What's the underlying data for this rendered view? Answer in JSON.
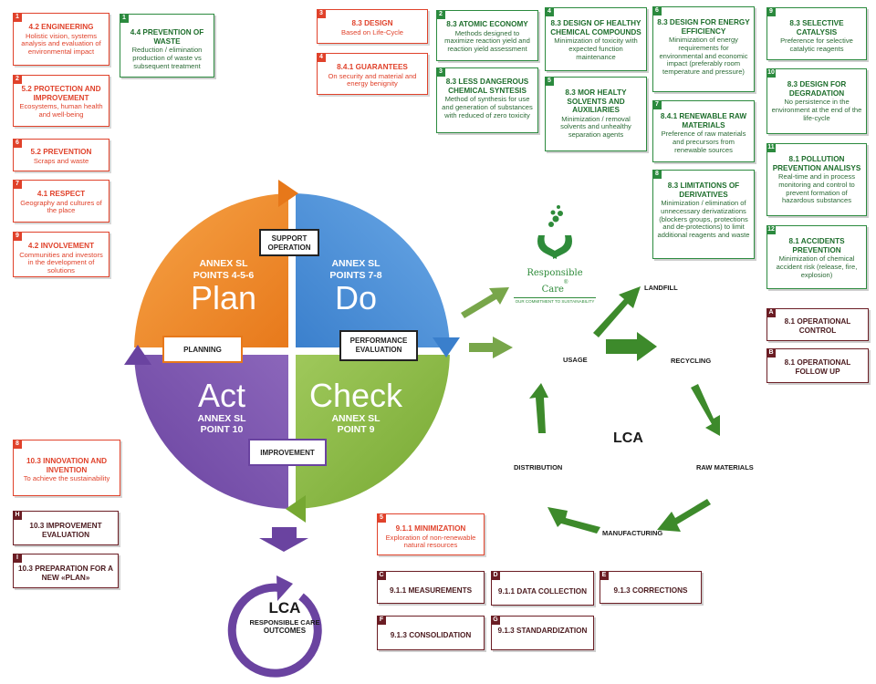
{
  "colors": {
    "plan": "#f08a2a",
    "do": "#4a90d9",
    "act": "#7a52a8",
    "check": "#86b43d",
    "red": "#e0422b",
    "green": "#2b8a3e",
    "brown": "#6b1d24",
    "lca_arrow": "#3d8a2b"
  },
  "left_boxes": [
    {
      "tag": "1",
      "title": "4.2 ENGINEERING",
      "desc": "Holistic vision, systems analysis and evaluation of environmental impact"
    },
    {
      "tag": "2",
      "title": "5.2 PROTECTION AND IMPROVEMENT",
      "desc": "Ecosystems, human health and well-being"
    },
    {
      "tag": "6",
      "title": "5.2 PREVENTION",
      "desc": "Scraps and waste"
    },
    {
      "tag": "7",
      "title": "4.1 RESPECT",
      "desc": "Geography and cultures of the place"
    },
    {
      "tag": "9",
      "title": "4.2 INVOLVEMENT",
      "desc": "Communities and investors in the development of solutions"
    },
    {
      "tag": "8",
      "title": "10.3 INNOVATION AND INVENTION",
      "desc": "To achieve the sustainability"
    }
  ],
  "prevention_waste": {
    "tag": "1",
    "title": "4.4 PREVENTION OF WASTE",
    "desc": "Reduction / elimination production of waste vs subsequent treatment"
  },
  "mid_red": [
    {
      "tag": "3",
      "title": "8.3 DESIGN",
      "desc": "Based on Life-Cycle"
    },
    {
      "tag": "4",
      "title": "8.4.1 GUARANTEES",
      "desc": "On security and material and energy benignity"
    }
  ],
  "green_boxes": [
    {
      "tag": "2",
      "title": "8.3 ATOMIC ECONOMY",
      "desc": "Methods designed to maximize reaction yield and reaction yield assessment"
    },
    {
      "tag": "3",
      "title": "8.3 LESS DANGEROUS CHEMICAL SYNTESIS",
      "desc": "Method of synthesis for use and generation of substances with reduced of zero toxicity"
    },
    {
      "tag": "4",
      "title": "8.3 DESIGN OF HEALTHY CHEMICAL COMPOUNDS",
      "desc": "Minimization of toxicity with expected function maintenance"
    },
    {
      "tag": "5",
      "title": "8.3 MOR HEALTY SOLVENTS AND AUXILIARIES",
      "desc": "Minimization / removal solvents and unhealthy separation agents"
    },
    {
      "tag": "6",
      "title": "8.3 DESIGN FOR ENERGY EFFICIENCY",
      "desc": "Minimization of energy requirements for environmental and economic impact (preferably room temperature and pressure)"
    },
    {
      "tag": "7",
      "title": "8.4.1 RENEWABLE RAW MATERIALS",
      "desc": "Preference of raw materials and precursors from renewable sources"
    },
    {
      "tag": "8",
      "title": "8.3 LIMITATIONS OF DERIVATIVES",
      "desc": "Minimization / elimination of unnecessary derivatizations (blockers groups, protections and de-protections) to limit additional reagents and waste"
    },
    {
      "tag": "9",
      "title": "8.3 SELECTIVE CATALYSIS",
      "desc": "Preference for selective catalytic reagents"
    },
    {
      "tag": "10",
      "title": "8.3 DESIGN FOR DEGRADATION",
      "desc": "No persistence in the environment at the end of the life-cycle"
    },
    {
      "tag": "11",
      "title": "8.1 POLLUTION PREVENTION ANALISYS",
      "desc": "Real-time and in process monitoring and control to prevent formation of hazardous substances"
    },
    {
      "tag": "12",
      "title": "8.1 ACCIDENTS PREVENTION",
      "desc": "Minimization of chemical accident risk (release, fire, explosion)"
    }
  ],
  "brown_right": [
    {
      "tag": "A",
      "title": "8.1 OPERATIONAL CONTROL"
    },
    {
      "tag": "B",
      "title": "8.1 OPERATIONAL FOLLOW UP"
    }
  ],
  "brown_left": [
    {
      "tag": "H",
      "title": "10.3 IMPROVEMENT EVALUATION"
    },
    {
      "tag": "I",
      "title": "10.3 PREPARATION FOR A NEW «PLAN»"
    }
  ],
  "minimization": {
    "tag": "5",
    "title": "9.1.1 MINIMIZATION",
    "desc": "Exploration of non-renewable natural resources"
  },
  "brown_bottom": [
    {
      "tag": "C",
      "title": "9.1.1 MEASUREMENTS"
    },
    {
      "tag": "D",
      "title": "9.1.1 DATA COLLECTION"
    },
    {
      "tag": "E",
      "title": "9.1.3 CORRECTIONS"
    },
    {
      "tag": "F",
      "title": "9.1.3 CONSOLIDATION"
    },
    {
      "tag": "G",
      "title": "9.1.3 STANDARDIZATION"
    }
  ],
  "pdca": {
    "plan": {
      "annex": "ANNEX SL",
      "points": "POINTS 4-5-6",
      "name": "Plan"
    },
    "do": {
      "annex": "ANNEX SL",
      "points": "POINTS 7-8",
      "name": "Do"
    },
    "act": {
      "name": "Act",
      "annex": "ANNEX SL",
      "points": "POINT 10"
    },
    "check": {
      "name": "Check",
      "annex": "ANNEX SL",
      "points": "POINT 9"
    },
    "support": "SUPPORT OPERATION",
    "planning": "PLANNING",
    "performance": "PERFORMANCE EVALUATION",
    "improvement": "IMPROVEMENT"
  },
  "responsible_care": {
    "brand": "Responsible Care",
    "trademark": "®",
    "tagline": "OUR COMMITMENT TO SUSTAINABILITY"
  },
  "lca_cycle": {
    "center": "LCA",
    "stages": [
      "LANDFILL",
      "RECYCLING",
      "RAW MATERIALS",
      "MANUFACTURING",
      "DISTRIBUTION",
      "USAGE"
    ]
  },
  "outcome": {
    "title": "LCA",
    "line1": "RESPONSIBLE CARE",
    "line2": "OUTCOMES"
  }
}
